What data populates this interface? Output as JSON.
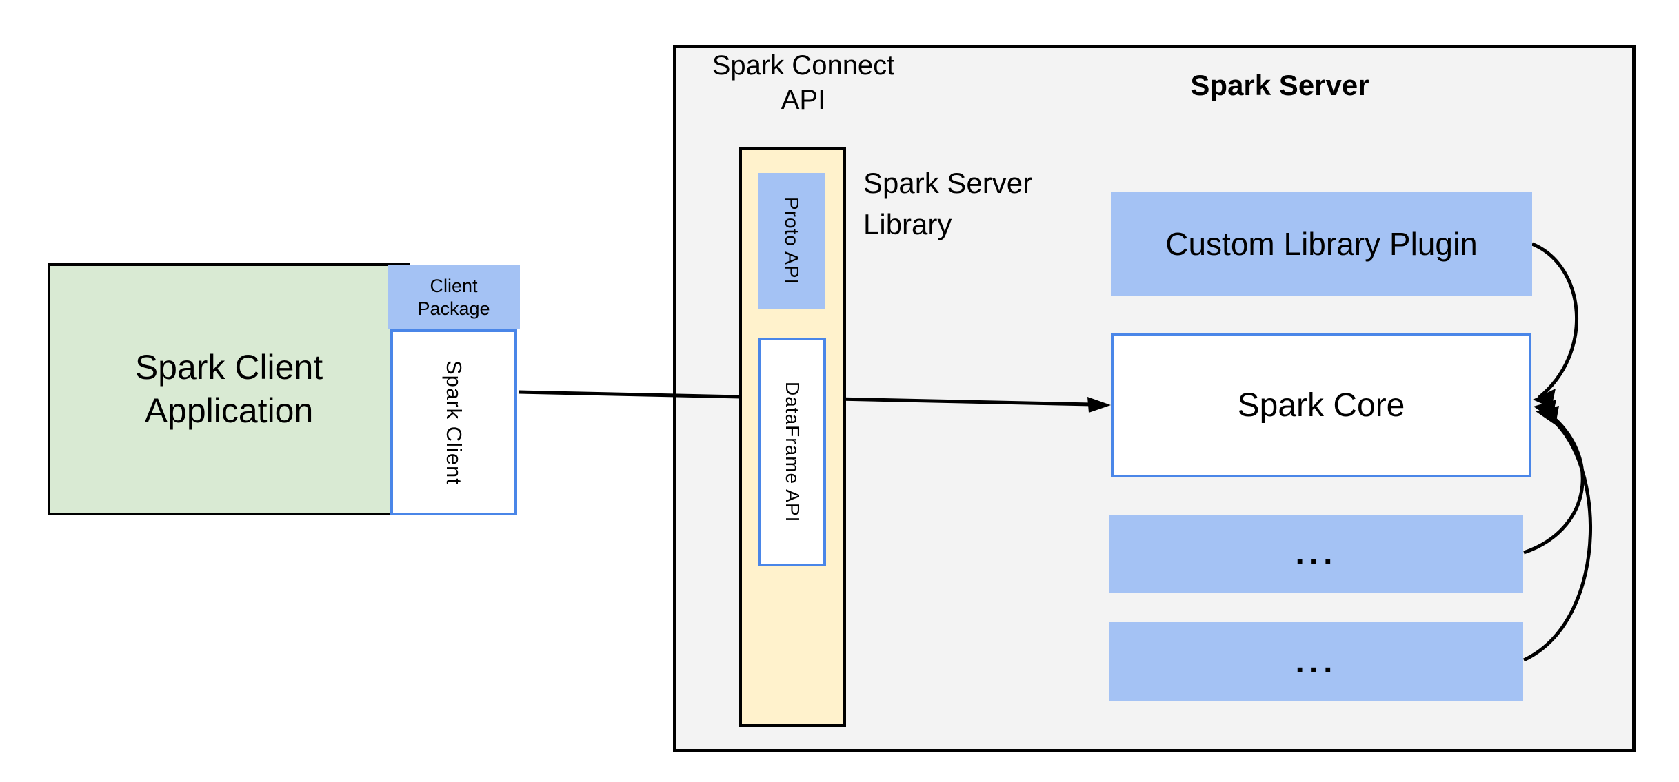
{
  "colors": {
    "page_bg": "#ffffff",
    "server_bg": "#f3f3f3",
    "blue_fill": "#a4c2f4",
    "green_fill": "#d9ead3",
    "yellow_fill": "#fff2cc",
    "blue_border": "#4a86e8",
    "black": "#000000",
    "text": "#000000"
  },
  "client_side": {
    "app_label": "Spark Client\nApplication",
    "package_label": "Client\nPackage",
    "spark_client_label": "Spark Client"
  },
  "connect_api": {
    "title": "Spark Connect\nAPI",
    "proto_label": "Proto API",
    "dataframe_label": "DataFrame API",
    "library_label": "Spark Server\nLibrary"
  },
  "server": {
    "title": "Spark Server",
    "plugin_label": "Custom Library Plugin",
    "core_label": "Spark Core",
    "ellipsis_1": "...",
    "ellipsis_2": "..."
  }
}
